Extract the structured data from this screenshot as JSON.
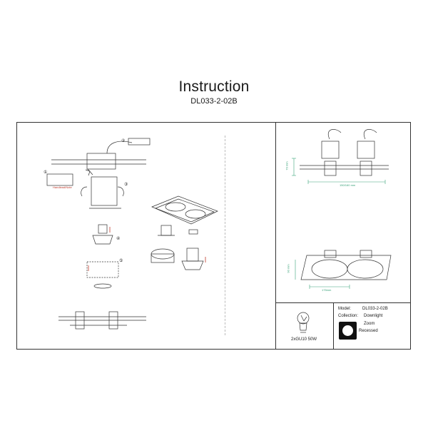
{
  "header": {
    "title": "Instruction",
    "model_code": "DL033-2-02B"
  },
  "steps": {
    "step1": "①",
    "step2": "②",
    "step3": "③",
    "step4": "④",
    "step5": "⑤"
  },
  "notes": {
    "cutout_note": "Handlead/Note"
  },
  "dimensions": {
    "length_top": "150/160 mm",
    "height_side": "70 mm",
    "length_bottom": "175mm",
    "width_side": "90 mm"
  },
  "spec_table": {
    "model_label": "Model:",
    "model_value": "DL033-2-02B",
    "collection_label": "Collection:",
    "collection_value": "Downlight",
    "feature_1": "Zoom",
    "feature_2": "Recessed",
    "lamp": "2xGU10 50W"
  },
  "colors": {
    "line": "#333333",
    "dimension": "#3aa37a",
    "accent": "#c0392b"
  }
}
